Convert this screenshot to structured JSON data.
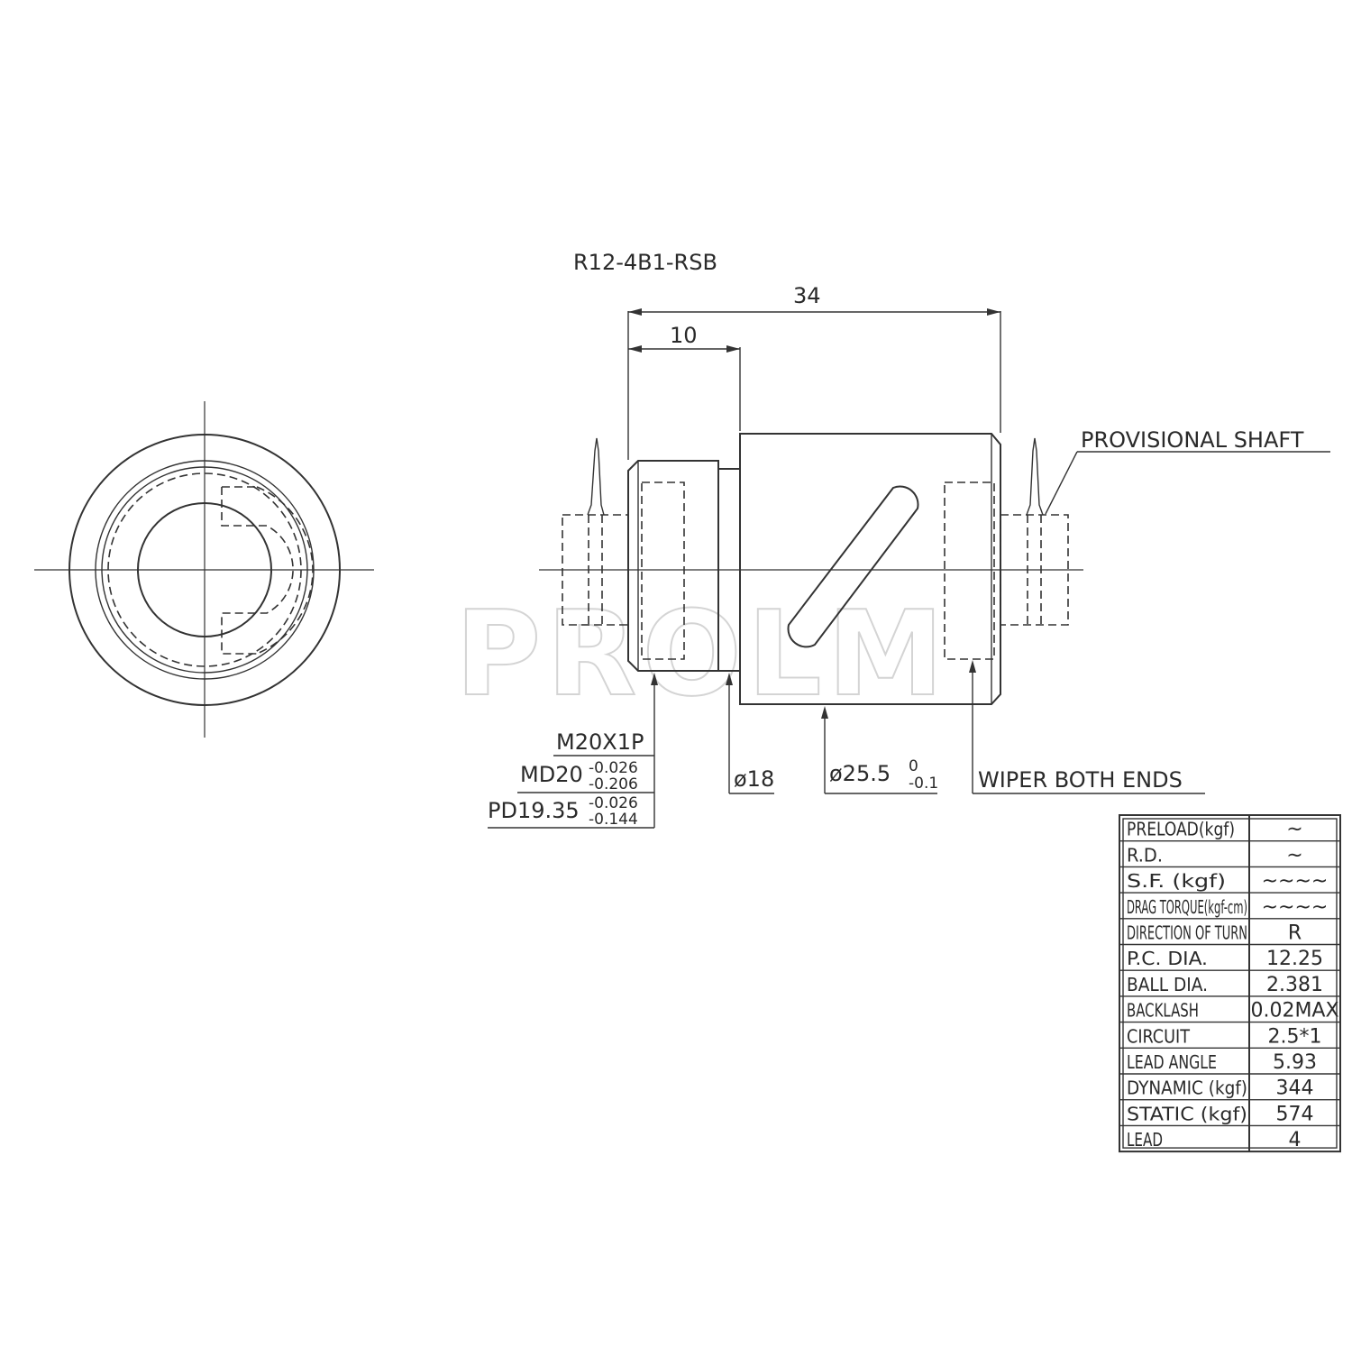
{
  "drawing": {
    "part_number": "R12-4B1-RSB",
    "watermark": "PROLM",
    "dimensions": {
      "overall_length": "34",
      "flange_length": "10",
      "thread": "M20X1P",
      "md_prefix": "MD20",
      "md_tol_upper": "-0.026",
      "md_tol_lower": "-0.206",
      "pd_prefix": "PD19.35",
      "pd_tol_upper": "-0.026",
      "pd_tol_lower": "-0.144",
      "neck_dia": "ø18",
      "body_dia": "ø25.5",
      "body_tol_upper": "0",
      "body_tol_lower": "-0.1"
    },
    "callouts": {
      "provisional_shaft": "PROVISIONAL SHAFT",
      "wiper": "WIPER BOTH ENDS"
    }
  },
  "spec_table": {
    "rows": [
      {
        "label": "PRELOAD(kgf)",
        "value": "~"
      },
      {
        "label": "R.D.",
        "value": "~"
      },
      {
        "label": "S.F.  (kgf)",
        "value": "~~~~"
      },
      {
        "label": "DRAG TORQUE(kgf-cm)",
        "value": "~~~~"
      },
      {
        "label": "DIRECTION OF TURN",
        "value": "R"
      },
      {
        "label": "P.C. DIA.",
        "value": "12.25"
      },
      {
        "label": "BALL DIA.",
        "value": "2.381"
      },
      {
        "label": "BACKLASH",
        "value": "0.02MAX"
      },
      {
        "label": "CIRCUIT",
        "value": "2.5*1"
      },
      {
        "label": "LEAD ANGLE",
        "value": "5.93"
      },
      {
        "label": "DYNAMIC     (kgf)",
        "value": "344"
      },
      {
        "label": "STATIC       (kgf)",
        "value": "574"
      },
      {
        "label": "LEAD",
        "value": "4"
      }
    ]
  }
}
